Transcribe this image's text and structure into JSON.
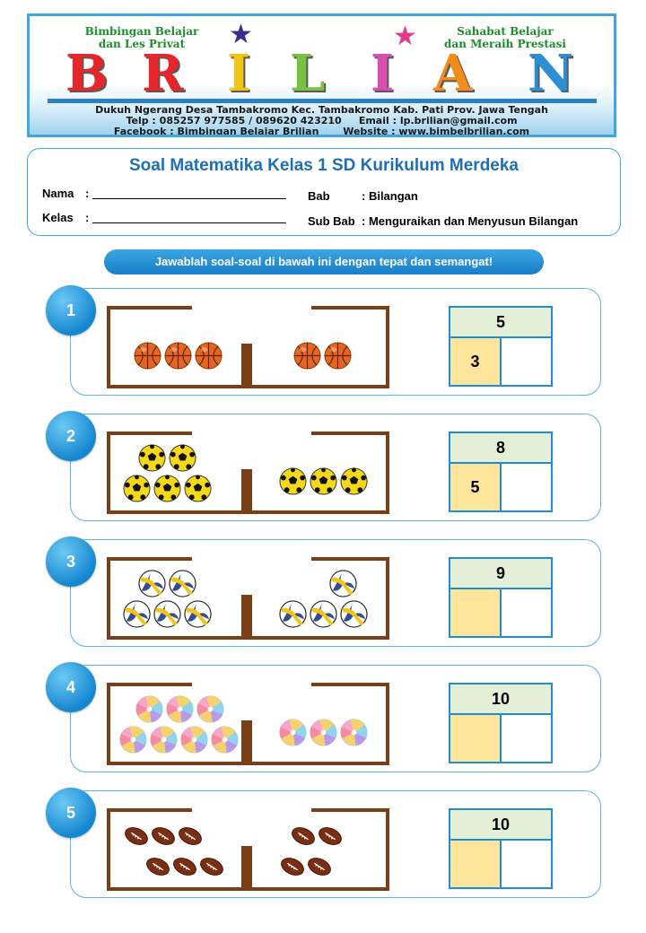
{
  "header": {
    "tagline_left": [
      "Bimbingan Belajar",
      "dan Les Privat"
    ],
    "tagline_right": [
      "Sahabat Belajar",
      "dan Meraih Prestasi"
    ],
    "brand_letters": [
      "B",
      "R",
      "I",
      "L",
      "I",
      "A",
      "N"
    ],
    "brand_colors": [
      "#e8262a",
      "#e8262a",
      "#f2c413",
      "#7ac142",
      "#d94fb0",
      "#f28c1a",
      "#2b8fd6"
    ],
    "address": "Dukuh Ngerang Desa Tambakromo Kec. Tambakromo Kab. Pati Prov. Jawa Tengah",
    "contact": "Telp : 085257 977585 / 089620 423210     Email : lp.brilian@gmail.com",
    "social": "Facebook : Bimbingan Belajar Brilian       Website : www.bimbelbrilian.com"
  },
  "info": {
    "title": "Soal Matematika Kelas 1 SD Kurikulum Merdeka",
    "name_label": "Nama",
    "class_label": "Kelas",
    "colon": ":",
    "bab_label": "Bab",
    "bab_value": ": Bilangan",
    "subbab_label": "Sub Bab",
    "subbab_value": ": Menguraikan dan Menyusun Bilangan"
  },
  "instruction": "Jawablah soal-soal di bawah ini dengan tepat dan semangat!",
  "questions": [
    {
      "number": "1",
      "ball": "basketball",
      "left_count": 3,
      "right_count": 2,
      "total": "5",
      "part": "3"
    },
    {
      "number": "2",
      "ball": "soccer",
      "left_count": 5,
      "right_count": 3,
      "total": "8",
      "part": "5"
    },
    {
      "number": "3",
      "ball": "volleyball",
      "left_count": 5,
      "right_count": 4,
      "total": "9",
      "part": ""
    },
    {
      "number": "4",
      "ball": "beachball",
      "left_count": 7,
      "right_count": 3,
      "total": "10",
      "part": ""
    },
    {
      "number": "5",
      "ball": "football",
      "left_count": 6,
      "right_count": 4,
      "total": "10",
      "part": ""
    }
  ],
  "colors": {
    "accent": "#1f6fb5",
    "cell_top": "#e3efd7",
    "cell_part": "#fde59b",
    "field_wall": "#7a3f17"
  }
}
